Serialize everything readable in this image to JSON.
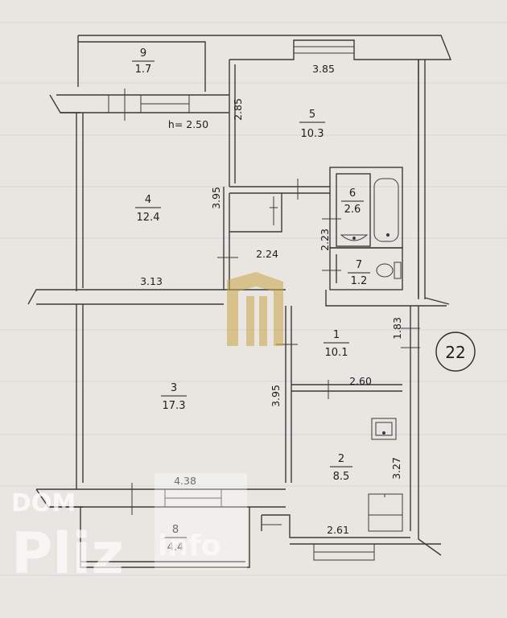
{
  "apartment_number": "22",
  "ceiling_height": "h= 2.50",
  "rooms": [
    {
      "number": "9",
      "area": "1.7"
    },
    {
      "number": "5",
      "area": "10.3"
    },
    {
      "number": "4",
      "area": "12.4"
    },
    {
      "number": "6",
      "area": "2.6"
    },
    {
      "number": "7",
      "area": "1.2"
    },
    {
      "number": "1",
      "area": "10.1"
    },
    {
      "number": "3",
      "area": "17.3"
    },
    {
      "number": "2",
      "area": "8.5"
    },
    {
      "number": "8",
      "area": "4.4"
    }
  ],
  "dimensions": {
    "d385": "3.85",
    "d285": "2.85",
    "d395a": "3.95",
    "d224": "2.24",
    "d223": "2.23",
    "d313": "3.13",
    "d183": "1.83",
    "d395b": "3.95",
    "d260": "2.60",
    "d327": "3.27",
    "d438": "4.38",
    "d261": "2.61"
  },
  "watermark": {
    "line1": "DOM",
    "line2": "Pliz",
    "line3": "info"
  },
  "colors": {
    "paper": "#e9e6e1",
    "wall": "#3a3a3a",
    "watermark_gold": "#c9a64a"
  }
}
